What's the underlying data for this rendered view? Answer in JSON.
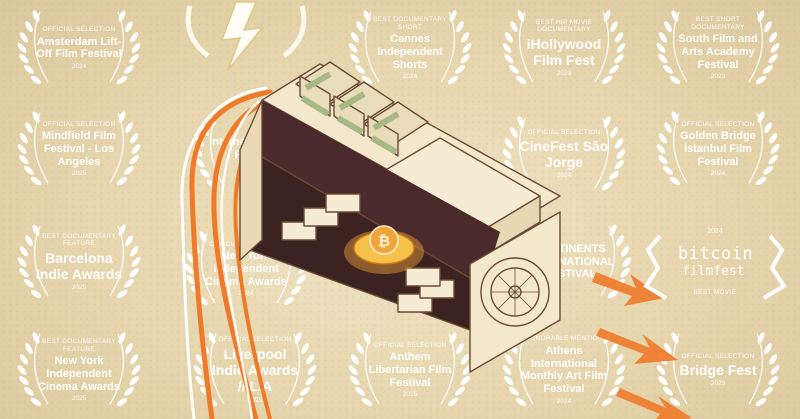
{
  "awards": [
    {
      "label": "OFFICIAL SELECTION",
      "name": "Amsterdam Lift-Off Film Festival",
      "year": "2024"
    },
    {
      "label": "",
      "name": "",
      "year": ""
    },
    {
      "label": "Best Documentary Short",
      "name": "Cannes Independent Shorts",
      "year": "2024"
    },
    {
      "label": "Best Hip Movie Documentary",
      "name": "iHollywood Film Fest",
      "year": "2023"
    },
    {
      "label": "Best Short Documentary",
      "name": "South Film and Arts Academy Festival",
      "year": "2023"
    },
    {
      "label": "OFFICIAL SELECTION",
      "name": "Mindfield Film Festival - Los Angeles",
      "year": "2025"
    },
    {
      "label": "",
      "name": "International Film Festival",
      "year": "2024"
    },
    {
      "label": "OFFICIAL SELECTION",
      "name": "CineFest São Jorge",
      "year": "2024"
    },
    {
      "label": "OFFICIAL SELECTION",
      "name": "Golden Bridge İstanbul Film Festival",
      "year": "2024"
    },
    {
      "label": "BEST DOCUMENTARY FEATURE",
      "name": "Barcelona Indie Awards",
      "year": "2025"
    },
    {
      "label": "OFFICIAL SELECTION",
      "name": "New York Independent Cinema Awards",
      "year": "2024"
    },
    {
      "label": "",
      "name": "CONTINENTS INTERNATIONAL FESTIVAL",
      "year": ""
    },
    {
      "label": "BEST DOCUMENTARY FEATURE",
      "name": "New York Independent Cinema Awards",
      "year": "2025"
    },
    {
      "label": "OFFICIAL SELECTION",
      "name": "Liverpool Indie Awards // L.A",
      "year": "2025"
    },
    {
      "label": "OFFICIAL SELECTION",
      "name": "Anthem Libertarian Film Festival",
      "year": "2025"
    },
    {
      "label": "HONORABLE MENTION",
      "name": "Athens International Monthly Art Film Festival",
      "year": "2024"
    },
    {
      "label": "OFFICIAL SELECTION",
      "name": "Bridge Fest",
      "year": "2023"
    }
  ],
  "bitcoin_film_fest": {
    "year": "2024",
    "title": "bitcoin",
    "subtitle": "filmfest",
    "caption": "BEST MOVIE"
  },
  "colors": {
    "background": "#ecdcb8",
    "laurel": "#ffffff",
    "accent": "#ef7a2a",
    "machine_dark": "#4a2a2a",
    "bitcoin": "#f0a53c"
  }
}
